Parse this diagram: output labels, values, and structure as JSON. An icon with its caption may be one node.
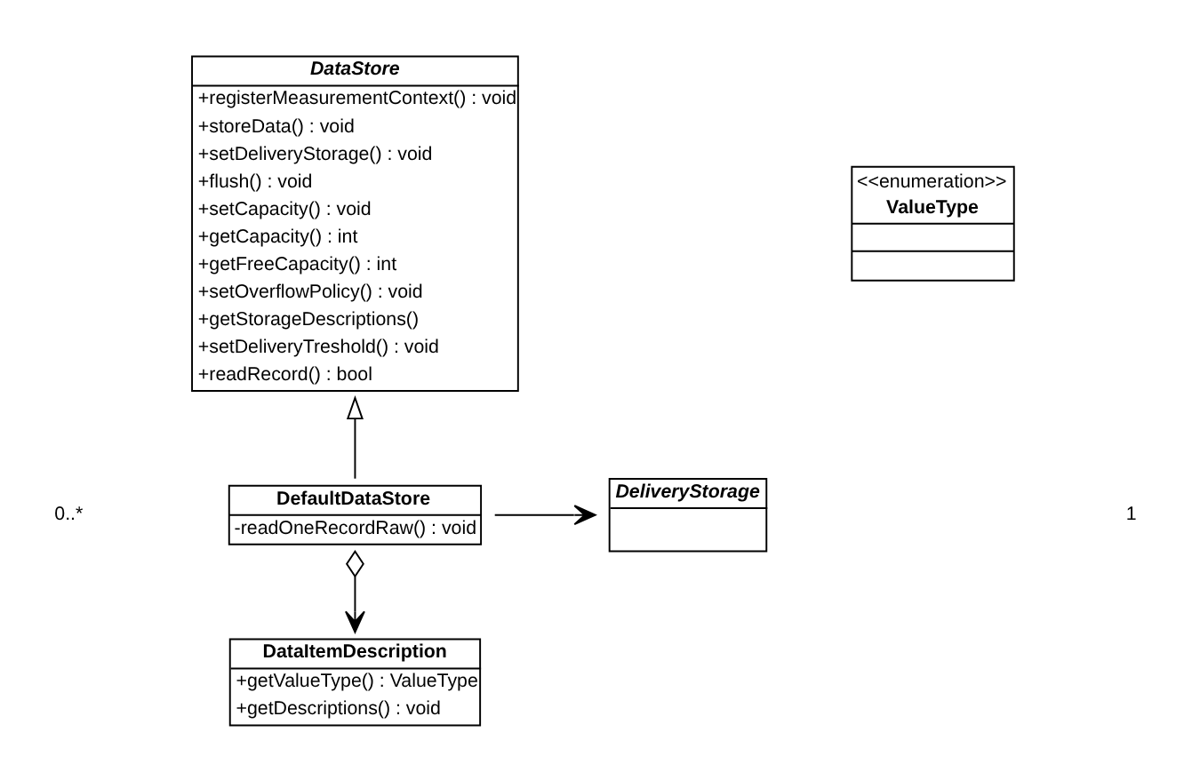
{
  "diagram": {
    "nodes": [
      {
        "text": [
          "DataStore",
          "+registerMeasurementContext() : void",
          "+storeData() : void",
          "+setDeliveryStorage() : void",
          "+flush() : void",
          "+setCapacity() : void",
          "+getCapacity() : int",
          "+getFreeCapacity() : int",
          "+setOverflowPolicy() : void",
          "+getStorageDescriptions()",
          "+setDeliveryTreshold() : void",
          "+readRecord() : bool"
        ]
      },
      {
        "text": [
          "<<enumeration>>",
          "ValueType"
        ]
      },
      {
        "text": [
          "DataItemDescription",
          "+getValueType() : ValueType",
          "+getDescriptions() : void"
        ]
      },
      {
        "text": [
          "DefaultDataStore",
          "-readOneRecordRaw() : void"
        ]
      },
      {
        "text": [
          "DeliveryStorage"
        ]
      }
    ],
    "edges": [
      {
        "from": 3,
        "to": 0,
        "arrow": "to"
      },
      {
        "from": 3,
        "to": 2,
        "arrow": "to"
      },
      {
        "from": 3,
        "to": 4,
        "arrow": "to"
      }
    ],
    "labels": [
      "1",
      "0..*"
    ]
  }
}
